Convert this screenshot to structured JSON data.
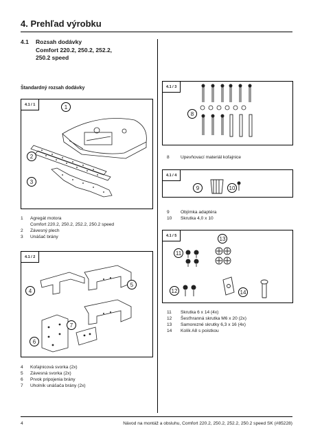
{
  "header": {
    "section_title": "4.   Prehľad výrobku"
  },
  "section": {
    "number": "4.1",
    "title_lines": [
      "Rozsah dodávky",
      "Comfort 220.2, 250.2, 252.2,",
      "250.2 speed"
    ]
  },
  "subheading": "Štandardný rozsah dodávky",
  "figures": {
    "f1": {
      "tag": "4.1 / 1",
      "callouts": [
        "1",
        "2",
        "3"
      ]
    },
    "f2": {
      "tag": "4.1 / 2",
      "callouts": [
        "4",
        "5",
        "6",
        "7"
      ]
    },
    "f3": {
      "tag": "4.1 / 3",
      "callouts": [
        "8"
      ]
    },
    "f4": {
      "tag": "4.1 / 4",
      "callouts": [
        "9",
        "10"
      ]
    },
    "f5": {
      "tag": "4.1 / 5",
      "callouts": [
        "11",
        "12",
        "13",
        "14"
      ]
    }
  },
  "legend1": [
    {
      "n": "1",
      "t": "Agregát motora"
    },
    {
      "n": "",
      "t": "Comfort 220.2, 250.2, 252.2, 250.2 speed"
    },
    {
      "n": "2",
      "t": "Závesný plech"
    },
    {
      "n": "3",
      "t": "Unášač brány"
    }
  ],
  "legend2": [
    {
      "n": "4",
      "t": "Koľajnicová svorka (2x)"
    },
    {
      "n": "5",
      "t": "Závesná svorka (2x)"
    },
    {
      "n": "6",
      "t": "Prvok pripojenia brány"
    },
    {
      "n": "7",
      "t": "Uholník unášača brány (2x)"
    }
  ],
  "legend3": [
    {
      "n": "8",
      "t": "Upevňovací materiál koľajnice"
    }
  ],
  "legend4": [
    {
      "n": "9",
      "t": "Objímka adaptéra"
    },
    {
      "n": "10",
      "t": "Skrutka 4,0 x 10"
    }
  ],
  "legend5": [
    {
      "n": "11",
      "t": "Skrutka 6 x 14 (4x)"
    },
    {
      "n": "12",
      "t": "Šesťhranná skrutka M6 x 20 (2x)"
    },
    {
      "n": "13",
      "t": "Samorezné skrutky 6,3 x 16 (4x)"
    },
    {
      "n": "14",
      "t": "Kolík A8 s poistkou"
    }
  ],
  "footer": {
    "page": "4",
    "text": "Návod na montáž a obsluhu, Comfort 220.2, 250.2, 252.2, 250.2 speed SK (#85228)"
  }
}
